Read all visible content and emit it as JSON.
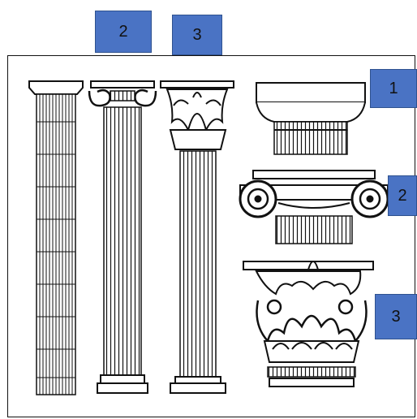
{
  "top_labels": [
    "2",
    "3"
  ],
  "side_labels": [
    "1",
    "2",
    "3"
  ],
  "colors": {
    "label_fill": "#4a73c4",
    "line": "#111111"
  }
}
